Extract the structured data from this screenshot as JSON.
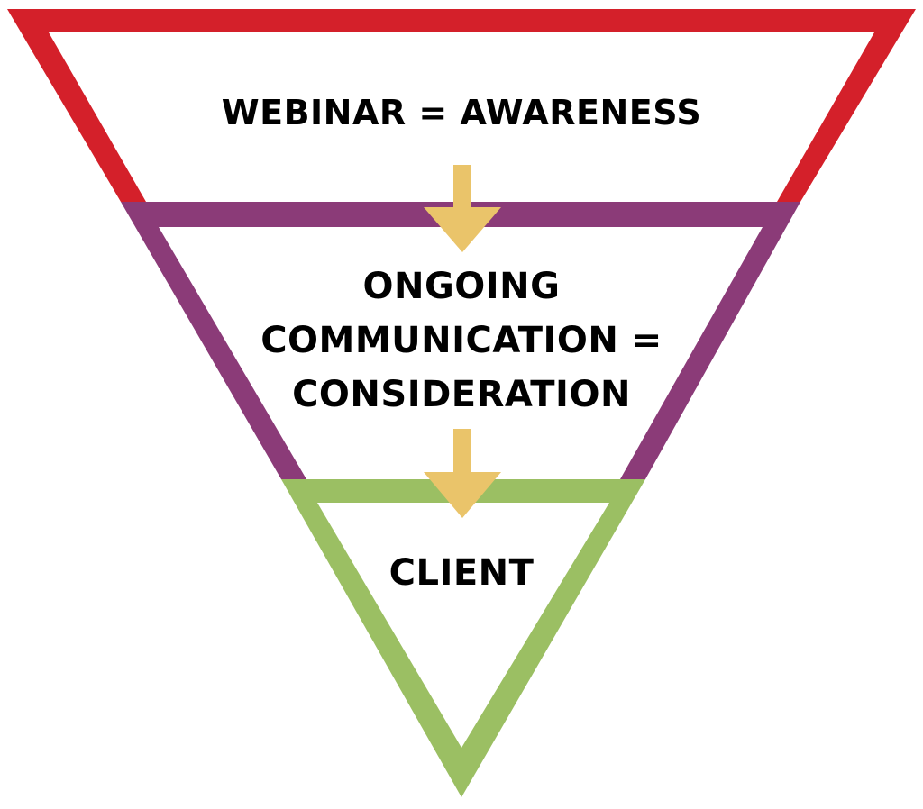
{
  "stages": [
    {
      "label_lines": [
        "WEBINAR = AWARENESS"
      ],
      "color": "#d4202a"
    },
    {
      "label_lines": [
        "ONGOING",
        "COMMUNICATION =",
        "CONSIDERATION"
      ],
      "color": "#8b3b78"
    },
    {
      "label_lines": [
        "CLIENT"
      ],
      "color": "#9bbf63"
    }
  ],
  "arrow_color": "#eac46a",
  "arrows": [
    {
      "from_stage": 0,
      "to_stage": 1,
      "icon": "arrow-down-icon"
    },
    {
      "from_stage": 1,
      "to_stage": 2,
      "icon": "arrow-down-icon"
    }
  ]
}
